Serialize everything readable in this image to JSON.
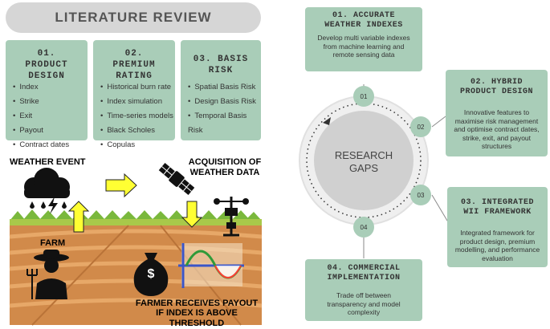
{
  "literature": {
    "title": "LITERATURE REVIEW",
    "columns": [
      {
        "title": "01. PRODUCT DESIGN",
        "items": [
          "Index",
          "Strike",
          "Exit",
          "Payout",
          "Contract dates"
        ]
      },
      {
        "title": "02. PREMIUM RATING",
        "items": [
          "Historical burn rate",
          "Index simulation",
          "Time-series models",
          "Black Scholes",
          "Copulas"
        ]
      },
      {
        "title": "03. BASIS RISK",
        "items": [
          "Spatial Basis Risk",
          "Design Basis Risk",
          "Temporal Basis Risk"
        ]
      }
    ]
  },
  "scene": {
    "weather_event": "WEATHER EVENT",
    "acquisition": "ACQUISITION OF WEATHER DATA",
    "farm": "FARM",
    "payout_line1": "FARMER RECEIVES PAYOUT",
    "payout_line2": "IF INDEX IS ABOVE THRESHOLD",
    "dollar": "$"
  },
  "research_gaps": {
    "center_label": "RESEARCH GAPS",
    "nodes": [
      {
        "number": "01",
        "title": "01. ACCURATE WEATHER INDEXES",
        "body": "Develop multi variable indexes from machine learning and remote sensing data"
      },
      {
        "number": "02",
        "title": "02. HYBRID PRODUCT DESIGN",
        "body": "Innovative features to maximise risk management and optimise contract dates, strike, exit, and payout structures"
      },
      {
        "number": "03",
        "title": "03. INTEGRATED WII FRAMEWORK",
        "body": "Integrated framework for product design, premium modelling, and performance evaluation"
      },
      {
        "number": "04",
        "title": "04. COMMERCIAL IMPLEMENTATION",
        "body": "Trade off between transparency and model complexity"
      }
    ]
  },
  "colors": {
    "panel": "#a9cdb8",
    "title_bg": "#d6d6d6",
    "soil": "#d18a4a",
    "arrow": "#ffff33",
    "hill": "#7ab83c"
  }
}
